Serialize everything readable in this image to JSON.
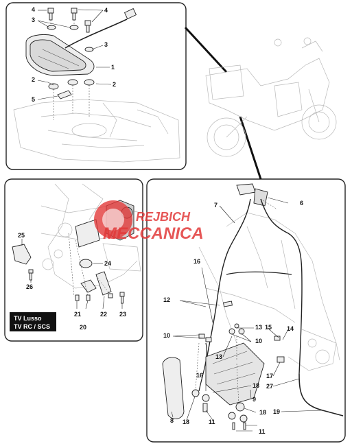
{
  "callouts": {
    "p1": "1",
    "p2a": "2",
    "p2b": "2",
    "p3a": "3",
    "p3b": "3",
    "p4a": "4",
    "p4b": "4",
    "p5": "5",
    "p6": "6",
    "p7": "7",
    "p8": "8",
    "p9": "9",
    "p10a": "10",
    "p10b": "10",
    "p11a": "11",
    "p11b": "11",
    "p12": "12",
    "p13a": "13",
    "p13b": "13",
    "p14": "14",
    "p15": "15",
    "p16a": "16",
    "p16b": "16",
    "p17": "17",
    "p18a": "18",
    "p18b": "18",
    "p18c": "18",
    "p19": "19",
    "p20": "20",
    "p21": "21",
    "p22": "22",
    "p23": "23",
    "p24": "24",
    "p25": "25",
    "p26": "26",
    "p27": "27"
  },
  "variant_label": {
    "line1": "TV Lusso",
    "line2": "TV RC / SCS"
  },
  "watermark": {
    "line1": "REJBICH",
    "line2": "MECCANICA"
  }
}
